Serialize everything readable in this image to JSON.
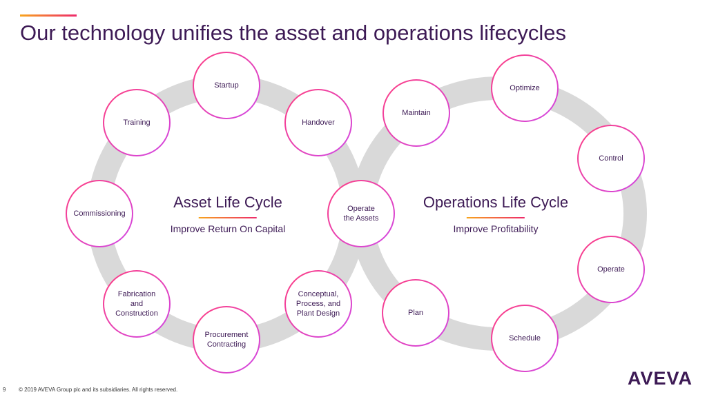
{
  "title": "Our technology unifies the asset and operations lifecycles",
  "asset_cycle": {
    "heading": "Asset Life Cycle",
    "subtitle": "Improve Return On Capital"
  },
  "ops_cycle": {
    "heading": "Operations Life Cycle",
    "subtitle": "Improve Profitability"
  },
  "nodes": [
    "Startup",
    "Training",
    "Handover",
    "Commissioning",
    "Fabrication\nand\nConstruction",
    "Procurement\nContracting",
    "Conceptual,\nProcess, and\nPlant Design",
    "Operate\nthe Assets",
    "Maintain",
    "Optimize",
    "Control",
    "Operate",
    "Schedule",
    "Plan"
  ],
  "footer": {
    "page": "9",
    "copyright": "© 2019 AVEVA Group plc and its subsidiaries. All rights reserved."
  },
  "logo": "AVEVA"
}
